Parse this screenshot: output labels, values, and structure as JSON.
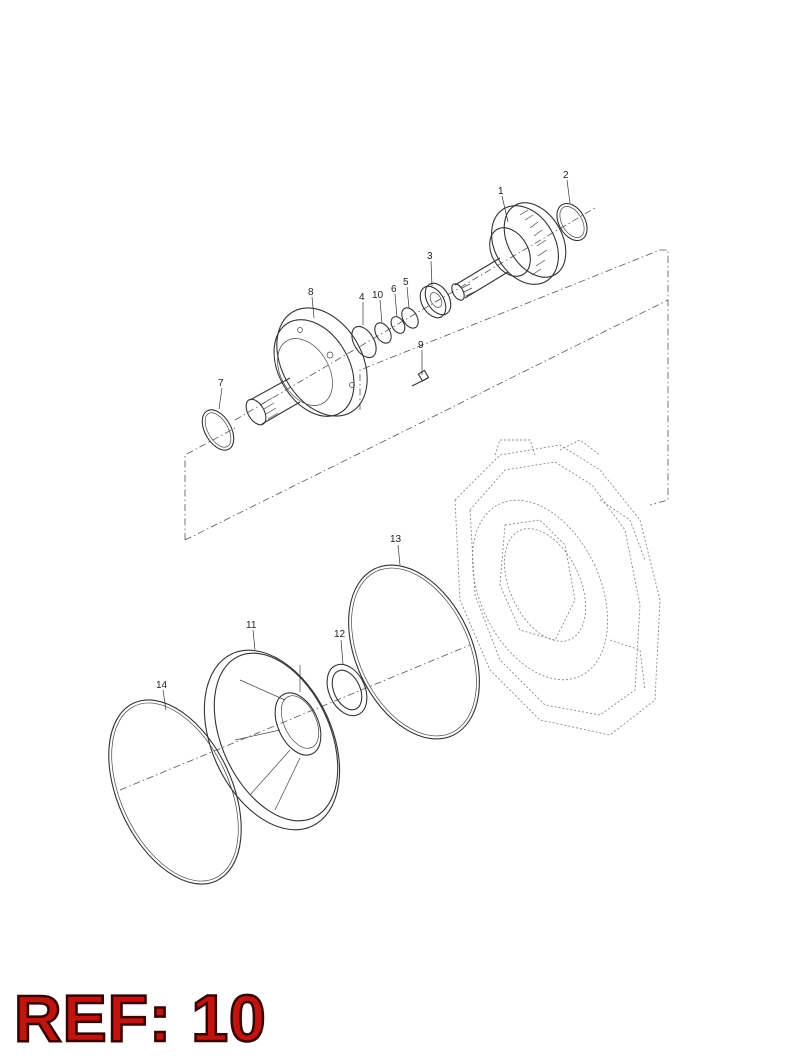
{
  "reference": {
    "text": "REF: 10",
    "color": "#c0140f"
  },
  "callouts": [
    "1",
    "2",
    "3",
    "4",
    "5",
    "6",
    "7",
    "8",
    "9",
    "10",
    "11",
    "12",
    "13",
    "14"
  ]
}
